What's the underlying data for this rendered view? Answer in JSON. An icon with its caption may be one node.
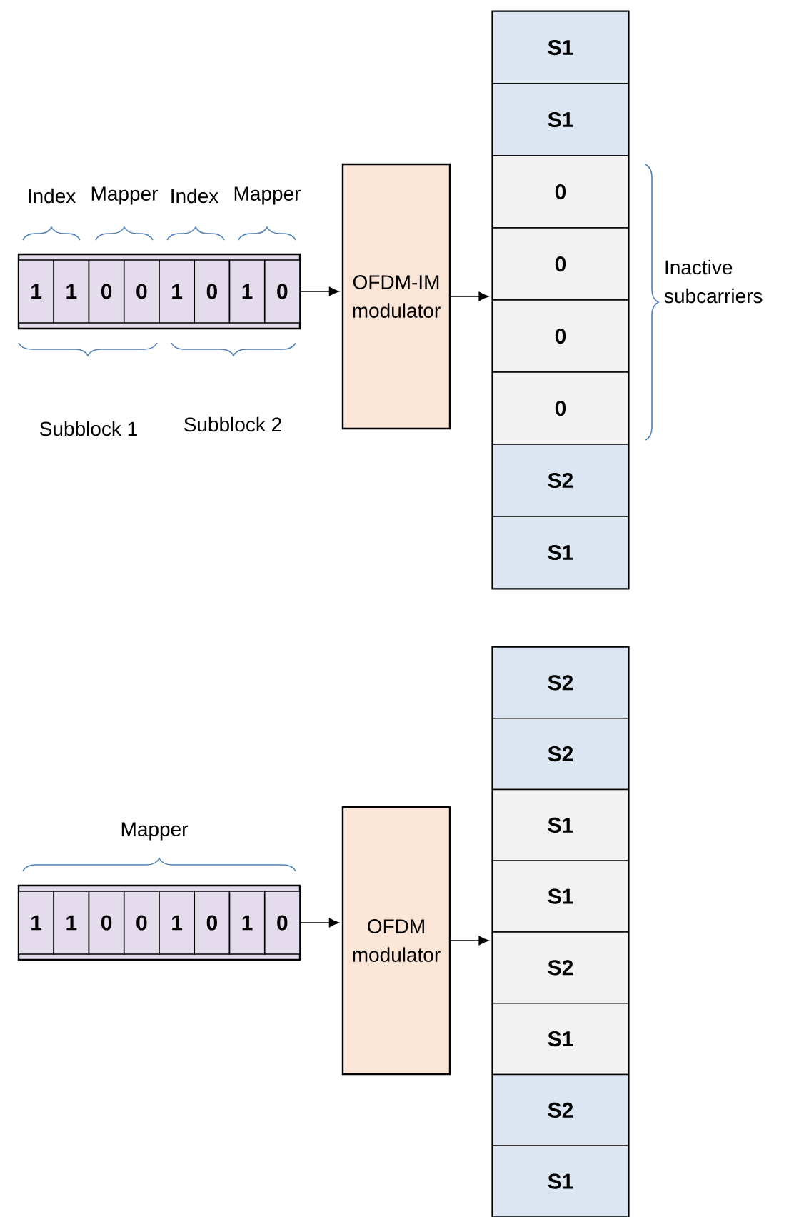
{
  "diagram": {
    "nodes": [
      {
        "text": [],
        "shape": "box"
      },
      {
        "text": [
          "1"
        ],
        "in": 0
      },
      {
        "text": [
          "1"
        ],
        "in": 0
      },
      {
        "text": [
          "0"
        ],
        "in": 0
      },
      {
        "text": [
          "0"
        ],
        "in": 0
      },
      {
        "text": [
          "1"
        ],
        "in": 0
      },
      {
        "text": [
          "0"
        ],
        "in": 0
      },
      {
        "text": [
          "1"
        ],
        "in": 0
      },
      {
        "text": [
          "0"
        ],
        "in": 0
      },
      {
        "text": [
          "OFDM-IM modulator"
        ]
      },
      {
        "text": [],
        "shape": "bar"
      },
      {
        "text": [
          "S1"
        ],
        "in": 10
      },
      {
        "text": [
          "S1"
        ],
        "in": 10
      },
      {
        "text": [
          "0"
        ],
        "in": 10
      },
      {
        "text": [
          "0"
        ],
        "in": 10
      },
      {
        "text": [
          "0"
        ],
        "in": 10
      },
      {
        "text": [
          "0"
        ],
        "in": 10
      },
      {
        "text": [
          "S2"
        ],
        "in": 10
      },
      {
        "text": [
          "S1"
        ],
        "in": 10
      },
      {
        "text": [],
        "shape": "box"
      },
      {
        "text": [
          "1"
        ],
        "in": 19
      },
      {
        "text": [
          "1"
        ],
        "in": 19
      },
      {
        "text": [
          "0"
        ],
        "in": 19
      },
      {
        "text": [
          "0"
        ],
        "in": 19
      },
      {
        "text": [
          "1"
        ],
        "in": 19
      },
      {
        "text": [
          "0"
        ],
        "in": 19
      },
      {
        "text": [
          "1"
        ],
        "in": 19
      },
      {
        "text": [
          "0"
        ],
        "in": 19
      },
      {
        "text": [
          "OFDM modulator"
        ]
      },
      {
        "text": [],
        "shape": "bar"
      },
      {
        "text": [
          "S2"
        ],
        "in": 29
      },
      {
        "text": [
          "S2"
        ],
        "in": 29
      },
      {
        "text": [
          "S1"
        ],
        "in": 29
      },
      {
        "text": [
          "S1"
        ],
        "in": 29
      },
      {
        "text": [
          "S2"
        ],
        "in": 29
      },
      {
        "text": [
          "S1"
        ],
        "in": 29
      },
      {
        "text": [
          "S2"
        ],
        "in": 29
      },
      {
        "text": [
          "S1"
        ],
        "in": 29
      }
    ],
    "edges": [
      {
        "from": 0,
        "to": 9,
        "arrow": "to"
      },
      {
        "from": 9,
        "to": 10,
        "arrow": "to"
      },
      {
        "from": 19,
        "to": 28,
        "arrow": "to"
      },
      {
        "from": 28,
        "to": 29,
        "arrow": "to"
      }
    ],
    "labels": [
      "Index",
      "Mapper",
      "Index",
      "Mapper",
      "Subblock 1",
      "Subblock 2",
      "Inactive subcarriers",
      "Mapper"
    ]
  }
}
